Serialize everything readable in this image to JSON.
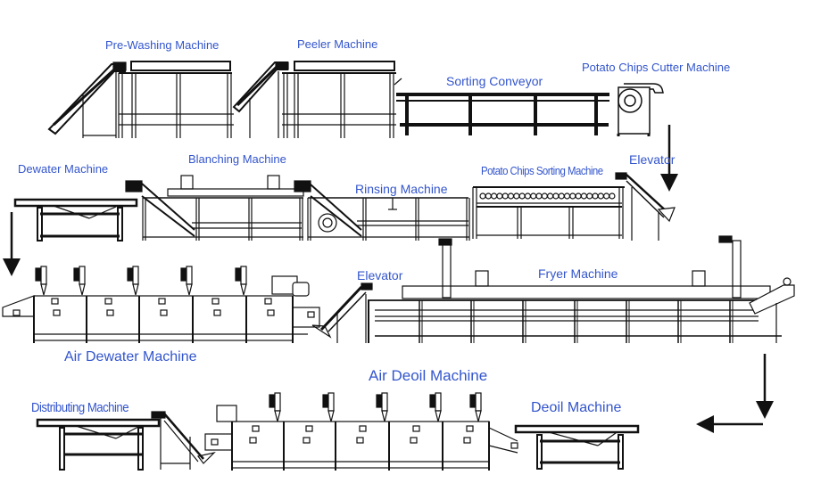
{
  "title": "Potato Chips Production Line Layout",
  "colors": {
    "label": "#3355cc",
    "line": "#111111",
    "background": "#ffffff"
  },
  "machines": {
    "pre_washing": "Pre-Washing Machine",
    "peeler": "Peeler Machine",
    "sorting_conveyor": "Sorting Conveyor",
    "cutter": "Potato Chips Cutter Machine",
    "dewater": "Dewater Machine",
    "blanching": "Blanching Machine",
    "rinsing": "Rinsing Machine",
    "chips_sorting": "Potato Chips Sorting Machine",
    "elevator_1": "Elevator",
    "air_dewater": "Air Dewater Machine",
    "elevator_2": "Elevator",
    "fryer": "Fryer Machine",
    "air_deoil": "Air Deoil Machine",
    "distributing": "Distributing Machine",
    "deoil": "Deoil Machine"
  },
  "flow_arrows": [
    {
      "name": "cutter-to-elevator",
      "direction": "down"
    },
    {
      "name": "dewater-to-air-dewater",
      "direction": "down"
    },
    {
      "name": "fryer-down",
      "direction": "down"
    },
    {
      "name": "to-deoil",
      "direction": "left"
    }
  ]
}
